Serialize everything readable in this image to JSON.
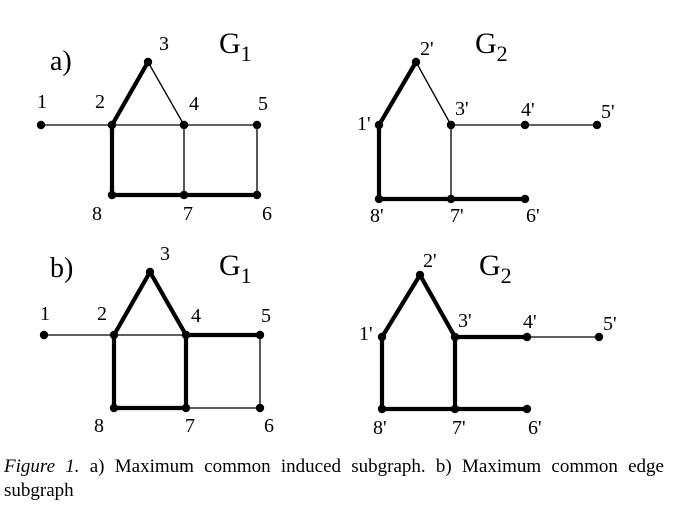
{
  "panels": [
    {
      "label": "a)",
      "graphs": [
        {
          "title": "G",
          "subscript": "1",
          "nodes": [
            "1",
            "2",
            "3",
            "4",
            "5",
            "6",
            "7",
            "8"
          ],
          "edges": [
            {
              "from": "1",
              "to": "2",
              "bold": false
            },
            {
              "from": "2",
              "to": "3",
              "bold": true
            },
            {
              "from": "3",
              "to": "4",
              "bold": false
            },
            {
              "from": "2",
              "to": "4",
              "bold": false
            },
            {
              "from": "4",
              "to": "5",
              "bold": false
            },
            {
              "from": "2",
              "to": "8",
              "bold": true
            },
            {
              "from": "8",
              "to": "7",
              "bold": true
            },
            {
              "from": "7",
              "to": "6",
              "bold": true
            },
            {
              "from": "4",
              "to": "7",
              "bold": false
            },
            {
              "from": "5",
              "to": "6",
              "bold": false
            }
          ]
        },
        {
          "title": "G",
          "subscript": "2",
          "nodes": [
            "1'",
            "2'",
            "3'",
            "4'",
            "5'",
            "6'",
            "7'",
            "8'"
          ],
          "edges": [
            {
              "from": "1'",
              "to": "2'",
              "bold": true
            },
            {
              "from": "2'",
              "to": "3'",
              "bold": false
            },
            {
              "from": "1'",
              "to": "8'",
              "bold": true
            },
            {
              "from": "3'",
              "to": "4'",
              "bold": false
            },
            {
              "from": "4'",
              "to": "5'",
              "bold": false
            },
            {
              "from": "3'",
              "to": "7'",
              "bold": false
            },
            {
              "from": "8'",
              "to": "7'",
              "bold": true
            },
            {
              "from": "7'",
              "to": "6'",
              "bold": true
            }
          ]
        }
      ]
    },
    {
      "label": "b)",
      "graphs": [
        {
          "title": "G",
          "subscript": "1",
          "nodes": [
            "1",
            "2",
            "3",
            "4",
            "5",
            "6",
            "7",
            "8"
          ],
          "edges": [
            {
              "from": "1",
              "to": "2",
              "bold": false
            },
            {
              "from": "2",
              "to": "3",
              "bold": true
            },
            {
              "from": "3",
              "to": "4",
              "bold": true
            },
            {
              "from": "2",
              "to": "4",
              "bold": false
            },
            {
              "from": "4",
              "to": "5",
              "bold": true
            },
            {
              "from": "2",
              "to": "8",
              "bold": true
            },
            {
              "from": "8",
              "to": "7",
              "bold": true
            },
            {
              "from": "7",
              "to": "6",
              "bold": false
            },
            {
              "from": "4",
              "to": "7",
              "bold": true
            },
            {
              "from": "5",
              "to": "6",
              "bold": false
            }
          ]
        },
        {
          "title": "G",
          "subscript": "2",
          "nodes": [
            "1'",
            "2'",
            "3'",
            "4'",
            "5'",
            "6'",
            "7'",
            "8'"
          ],
          "edges": [
            {
              "from": "1'",
              "to": "2'",
              "bold": true
            },
            {
              "from": "2'",
              "to": "3'",
              "bold": true
            },
            {
              "from": "1'",
              "to": "8'",
              "bold": true
            },
            {
              "from": "3'",
              "to": "4'",
              "bold": true
            },
            {
              "from": "4'",
              "to": "5'",
              "bold": false
            },
            {
              "from": "3'",
              "to": "7'",
              "bold": true
            },
            {
              "from": "8'",
              "to": "7'",
              "bold": true
            },
            {
              "from": "7'",
              "to": "6'",
              "bold": true
            }
          ]
        }
      ]
    }
  ],
  "caption": {
    "figure_label": "Figure 1.",
    "text": " a) Maximum common induced subgraph. b) Maximum common edge subgraph"
  }
}
